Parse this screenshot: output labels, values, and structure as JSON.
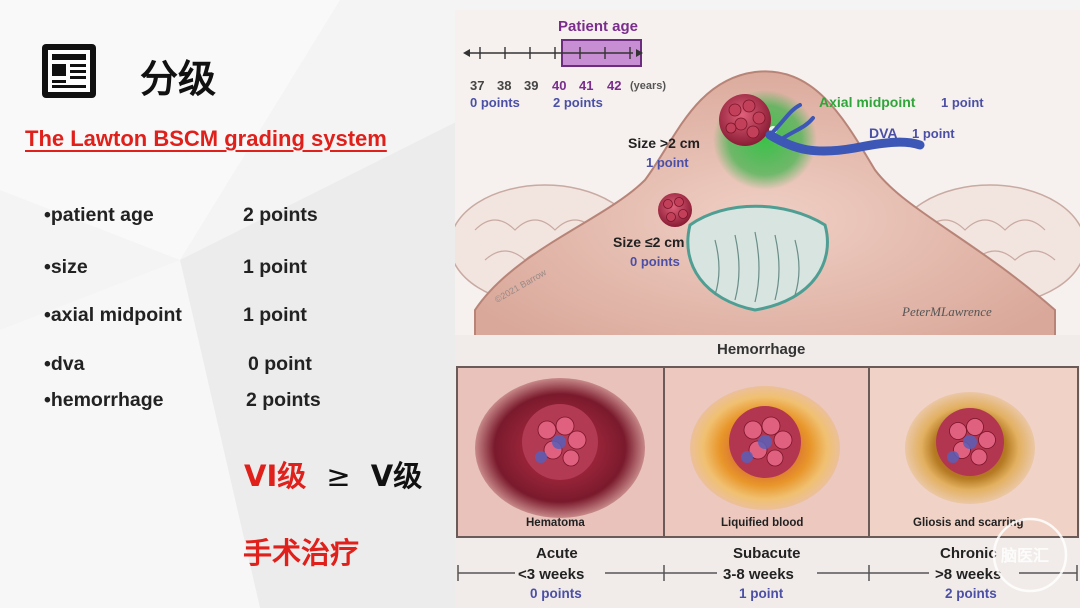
{
  "slide": {
    "title": "分级",
    "subtitle": "The Lawton BSCM grading system",
    "criteria": [
      {
        "bullet": "•patient age",
        "value": "2 points"
      },
      {
        "bullet": "•size",
        "value": "1 point"
      },
      {
        "bullet": "•axial midpoint",
        "value": "1 point"
      },
      {
        "bullet": "•dva",
        "value": "0 point"
      },
      {
        "bullet": "•hemorrhage",
        "value": "2 points"
      }
    ],
    "grade_left": "VI级",
    "grade_symbol": "≥",
    "grade_right": "V级",
    "treatment": "手术治疗"
  },
  "figure": {
    "age_title": "Patient age",
    "age_ticks": [
      "37",
      "38",
      "39",
      "40",
      "41",
      "42"
    ],
    "age_unit": "(years)",
    "age_points_low": "0 points",
    "age_points_high": "2 points",
    "axial_label": "Axial midpoint",
    "axial_points": "1 point",
    "dva_label": "DVA",
    "dva_points": "1 point",
    "size_large_label": "Size >2 cm",
    "size_large_points": "1 point",
    "size_small_label": "Size ≤2 cm",
    "size_small_points": "0 points",
    "copyright": "©2021 Barrow",
    "signature": "PeterMLawrence",
    "hemorrhage_title": "Hemorrhage",
    "panels": [
      {
        "caption": "Hematoma",
        "phase": "Acute",
        "time": "<3 weeks",
        "points": "0 points"
      },
      {
        "caption": "Liquified blood",
        "phase": "Subacute",
        "time": "3-8 weeks",
        "points": "1 point"
      },
      {
        "caption": "Gliosis and scarring",
        "phase": "Chronic",
        "time": ">8 weeks",
        "points": "2 points"
      }
    ],
    "watermark": "脑医汇"
  },
  "colors": {
    "accent_red": "#e0201b",
    "age_purple": "#8b3a9a",
    "points_blue": "#4b4fa6",
    "axial_green": "#2fa53a"
  },
  "icons": [
    "newspaper-icon"
  ]
}
